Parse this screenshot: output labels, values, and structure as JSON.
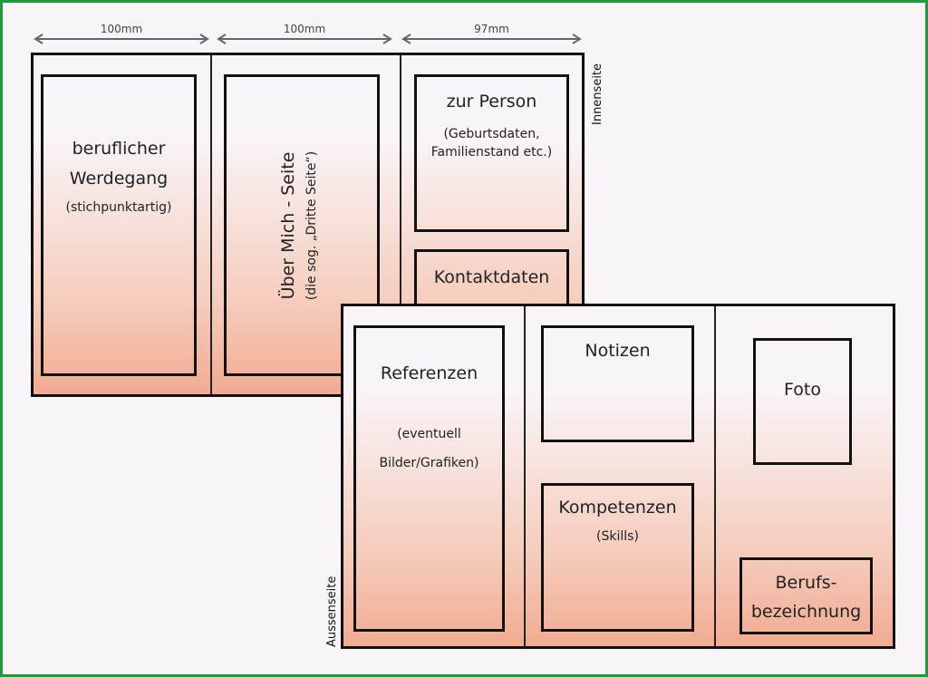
{
  "dimensions": [
    "100mm",
    "100mm",
    "97mm"
  ],
  "side_labels": {
    "inner": "Innenseite",
    "outer": "Aussenseite"
  },
  "inner": {
    "werdegang": {
      "title_1": "beruflicher",
      "title_2": "Werdegang",
      "sub": "(stichpunktartig)"
    },
    "ueber_mich": {
      "title": "Über Mich - Seite",
      "sub": "(die sog. „Dritte Seite“)"
    },
    "zur_person": {
      "title": "zur Person",
      "sub_1": "(Geburtsdaten,",
      "sub_2": "Familienstand etc.)"
    },
    "kontakt": {
      "title": "Kontaktdaten"
    }
  },
  "outer": {
    "referenzen": {
      "title": "Referenzen",
      "sub_1": "(eventuell",
      "sub_2": "Bilder/Grafiken)"
    },
    "notizen": {
      "title": "Notizen"
    },
    "kompetenzen": {
      "title": "Kompetenzen",
      "sub": "(Skills)"
    },
    "foto": {
      "title": "Foto"
    },
    "beruf": {
      "title_1": "Berufs-",
      "title_2": "bezeichnung"
    }
  },
  "colors": {
    "border": "#111111",
    "frame": "#1f9a3c",
    "gradient_end": "#f1ab91"
  }
}
